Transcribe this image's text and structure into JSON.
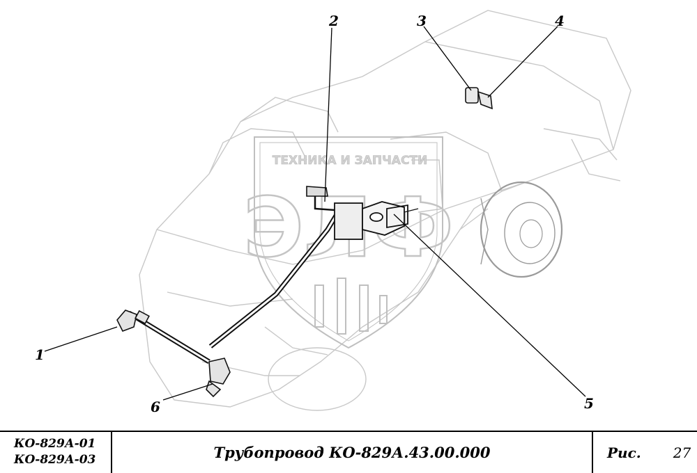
{
  "drawing": {
    "watermark": {
      "top_text": "ТЕХНИКА И ЗАПЧАСТИ",
      "logo_text": "ЭЛФ"
    },
    "callouts": [
      "1",
      "2",
      "3",
      "4",
      "5",
      "6"
    ]
  },
  "title_block": {
    "models": [
      "КО-829А-01",
      "КО-829А-03"
    ],
    "title": "Трубопровод КО-829А.43.00.000",
    "fig_label": "Рис.",
    "fig_number": "27"
  }
}
